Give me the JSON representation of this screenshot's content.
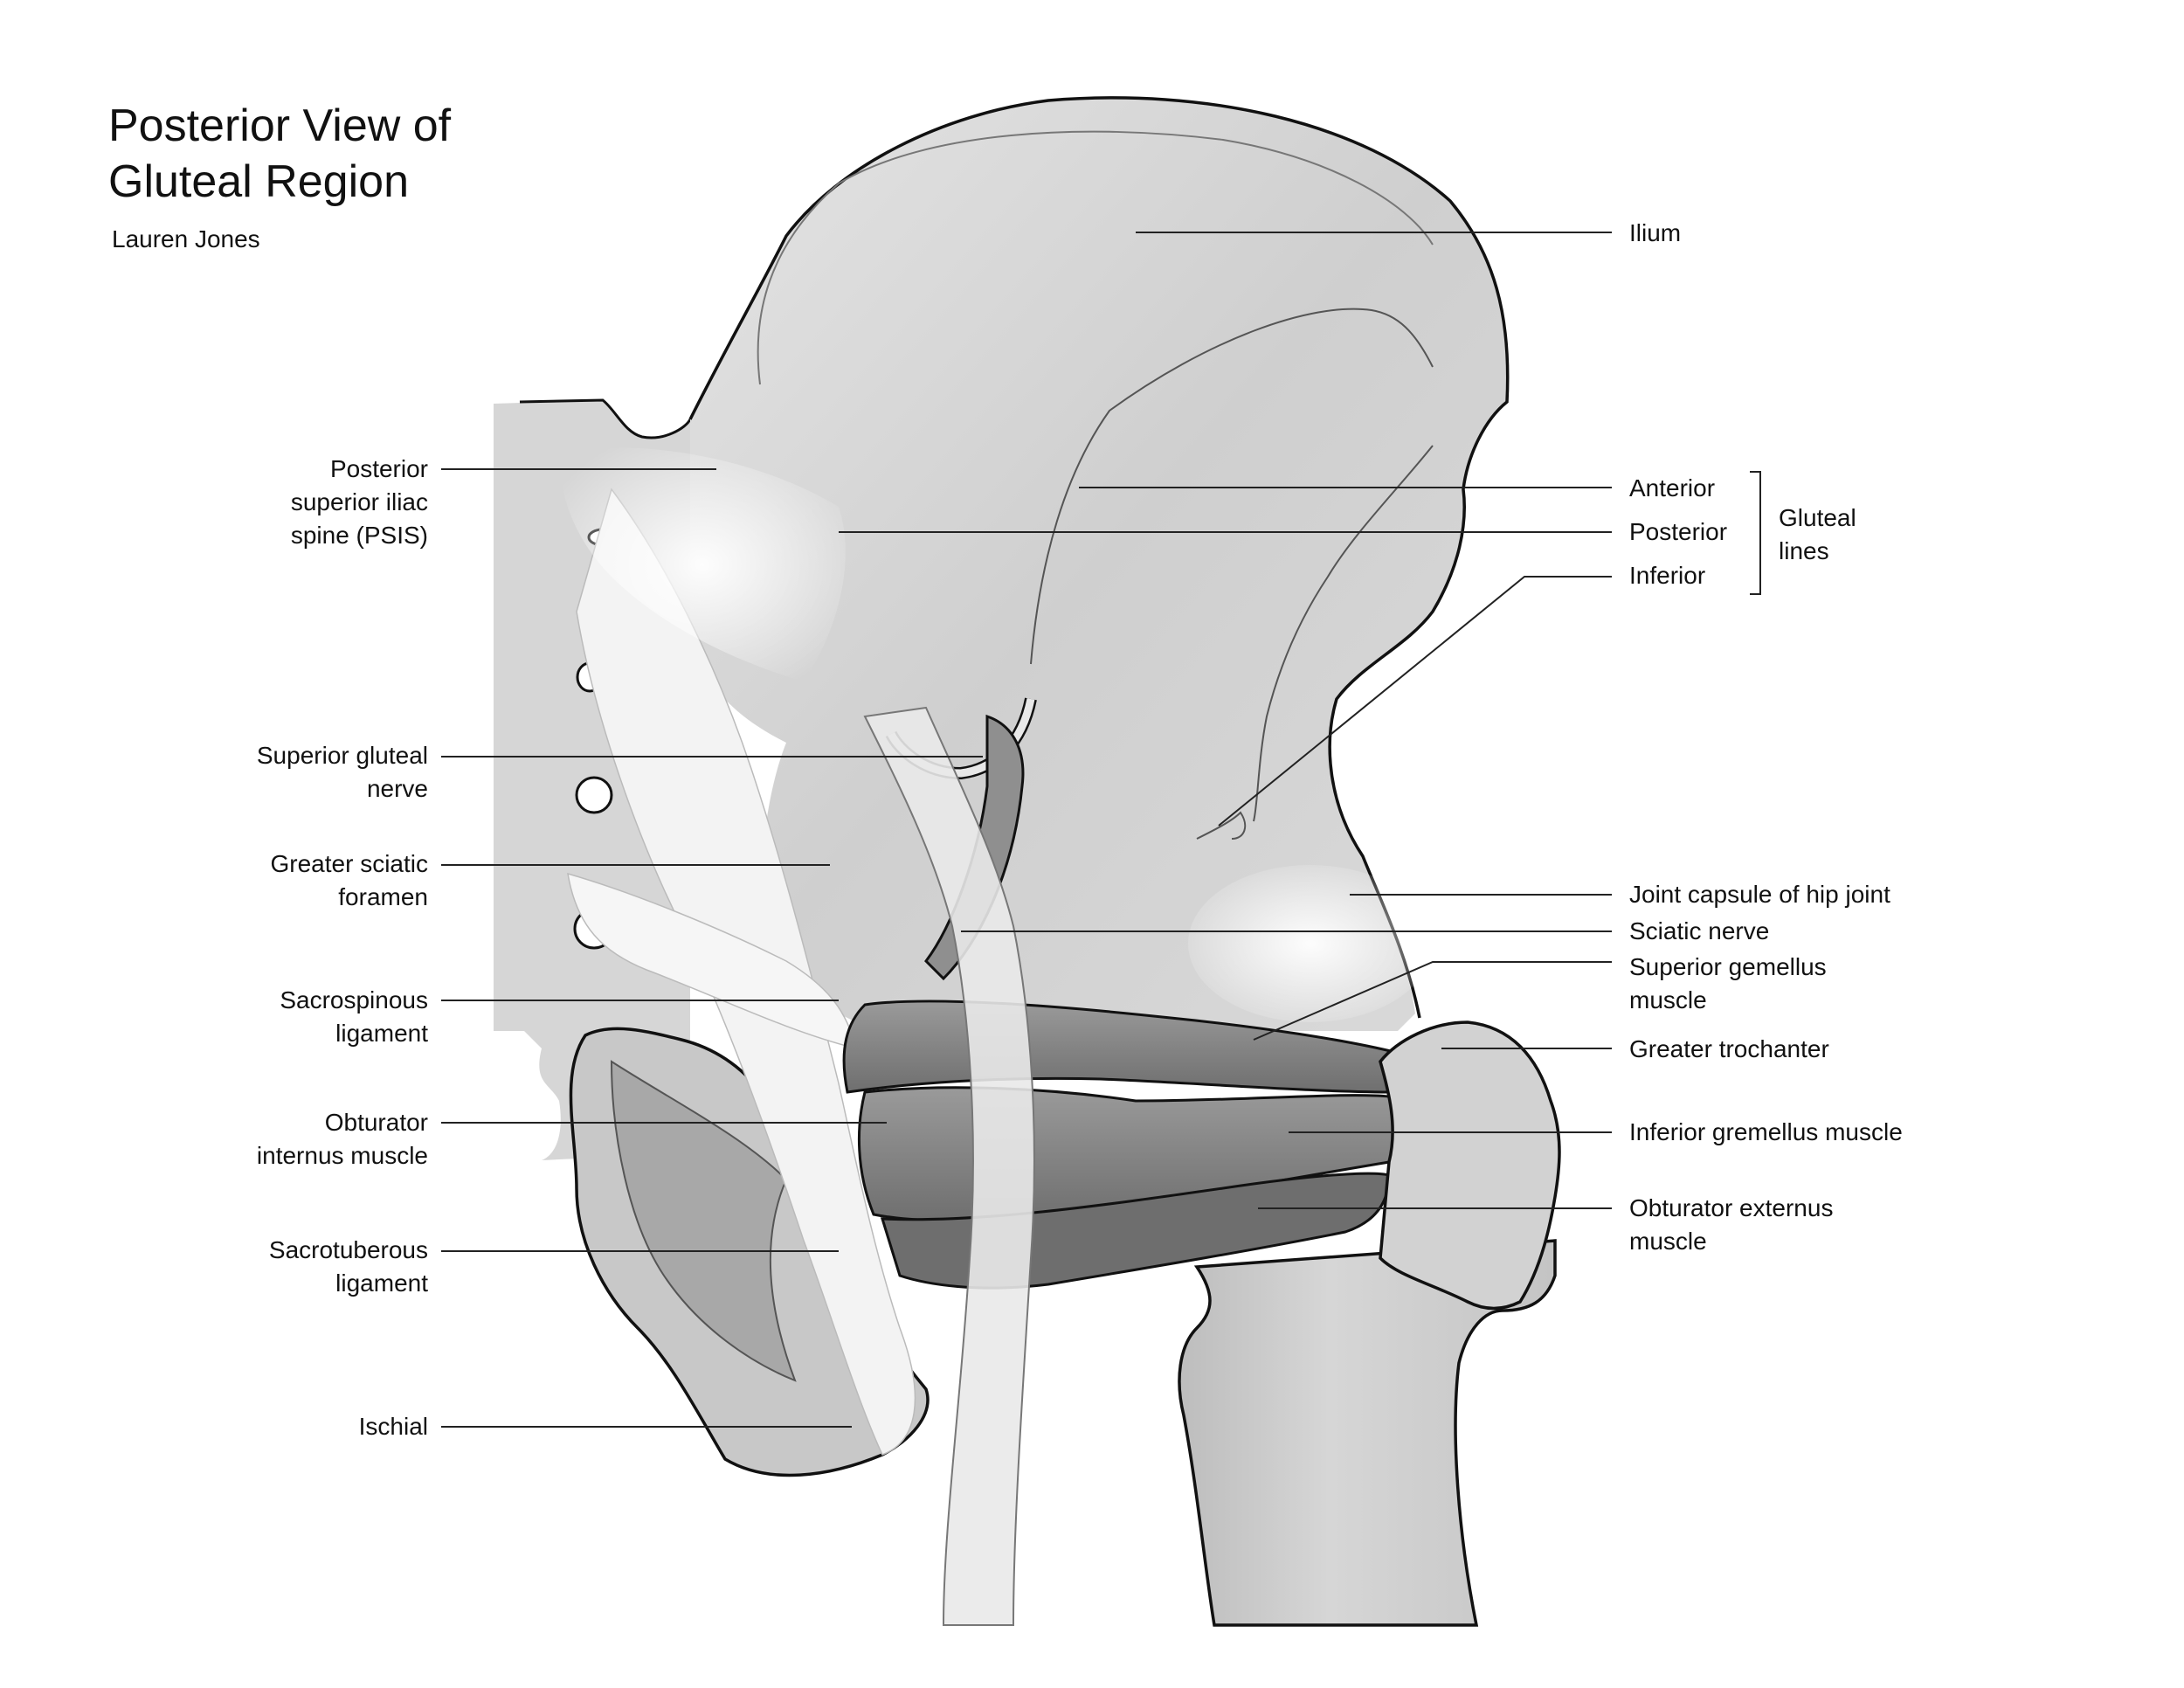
{
  "title": {
    "line1": "Posterior View of",
    "line2": "Gluteal Region",
    "author": "Lauren Jones"
  },
  "labels_left": [
    {
      "id": "psis",
      "lines": [
        "Posterior",
        "superior iliac",
        "spine (PSIS)"
      ]
    },
    {
      "id": "superior-gluteal-nerve",
      "lines": [
        "Superior gluteal",
        "nerve"
      ]
    },
    {
      "id": "greater-sciatic-foramen",
      "lines": [
        "Greater sciatic",
        "foramen"
      ]
    },
    {
      "id": "sacrospinous-ligament",
      "lines": [
        "Sacrospinous",
        "ligament"
      ]
    },
    {
      "id": "obturator-internus-muscle",
      "lines": [
        "Obturator",
        "internus muscle"
      ]
    },
    {
      "id": "sacrotuberous-ligament",
      "lines": [
        "Sacrotuberous",
        "ligament"
      ]
    },
    {
      "id": "ischial",
      "lines": [
        "Ischial"
      ]
    }
  ],
  "labels_right": [
    {
      "id": "ilium",
      "lines": [
        "Ilium"
      ]
    },
    {
      "id": "anterior",
      "lines": [
        "Anterior"
      ]
    },
    {
      "id": "posterior",
      "lines": [
        "Posterior"
      ]
    },
    {
      "id": "inferior",
      "lines": [
        "Inferior"
      ]
    },
    {
      "id": "gluteal-lines",
      "lines": [
        "Gluteal",
        "lines"
      ]
    },
    {
      "id": "joint-capsule",
      "lines": [
        "Joint capsule of hip joint"
      ]
    },
    {
      "id": "sciatic-nerve",
      "lines": [
        "Sciatic nerve"
      ]
    },
    {
      "id": "superior-gemellus",
      "lines": [
        "Superior gemellus",
        "muscle"
      ]
    },
    {
      "id": "greater-trochanter",
      "lines": [
        "Greater trochanter"
      ]
    },
    {
      "id": "inferior-gemellus",
      "lines": [
        "Inferior gremellus muscle"
      ]
    },
    {
      "id": "obturator-externus",
      "lines": [
        "Obturator externus",
        "muscle"
      ]
    }
  ],
  "colors": {
    "bone": "#d9d9d9",
    "bone_dark": "#bdbdbd",
    "muscle": "#8a8a8a",
    "ligament": "#f2f2f2",
    "outline": "#111111",
    "leader": "#222222"
  }
}
